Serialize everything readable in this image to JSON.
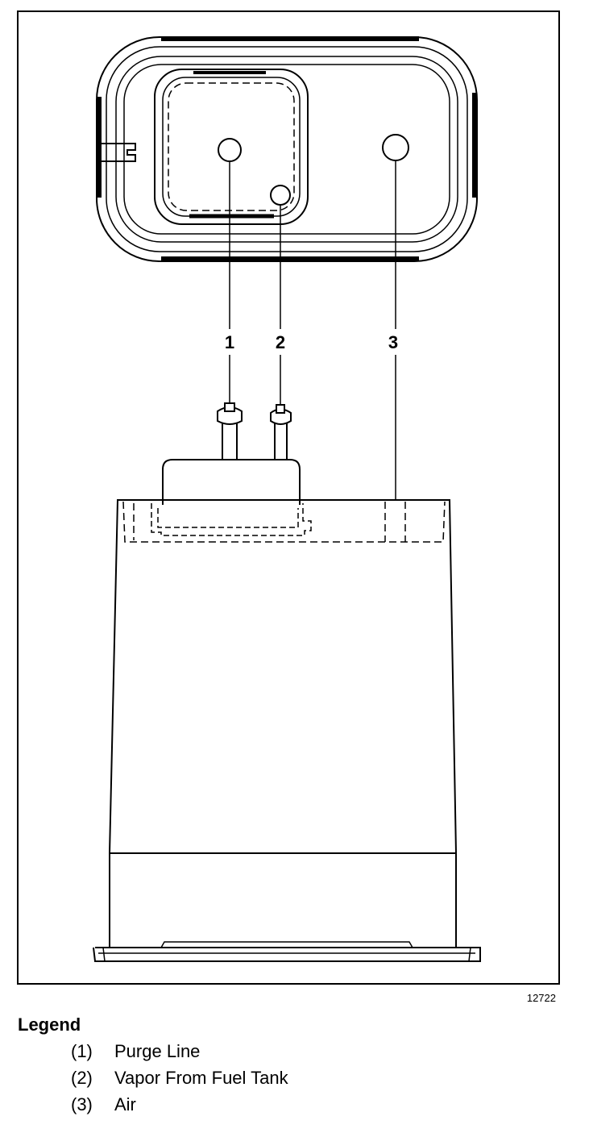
{
  "figure": {
    "callouts": [
      {
        "number": "1"
      },
      {
        "number": "2"
      },
      {
        "number": "3"
      }
    ],
    "figure_id": "12722"
  },
  "legend": {
    "title": "Legend",
    "items": [
      {
        "key": "(1)",
        "label": "Purge Line"
      },
      {
        "key": "(2)",
        "label": "Vapor From Fuel Tank"
      },
      {
        "key": "(3)",
        "label": "Air"
      }
    ]
  }
}
